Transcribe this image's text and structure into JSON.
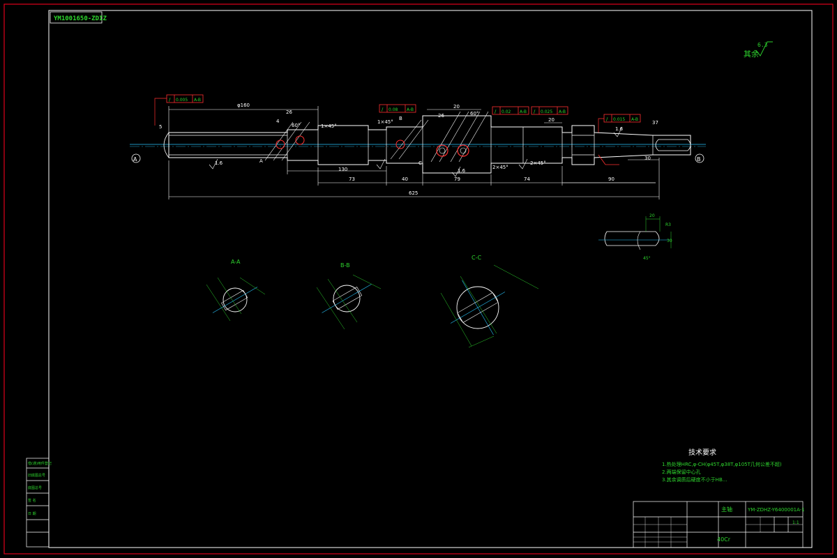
{
  "drawing": {
    "code": "YM1001650-ZDIZ",
    "roughness_value": "6.3",
    "roughness_label": "其余"
  },
  "main_view": {
    "dims": {
      "d_phi160": "φ160",
      "d_26": "26",
      "d_60deg": "60°",
      "d_1x45": "1×45°",
      "d_4": "4",
      "d_5": "5",
      "d_26b": "26",
      "d_60deg2": "60°",
      "d_20": "20",
      "d_20b": "20",
      "d_37": "37",
      "d_130": "130",
      "d_73": "73",
      "d_40": "40",
      "d_79": "79",
      "d_74": "74",
      "d_90": "90",
      "d_625": "625",
      "d_30": "30",
      "d_2x45": "2×45°",
      "d_2x45b": "2×45°",
      "d_1x45b": "1×45°",
      "ra_left": "1.6",
      "ra_mid": "1.6",
      "ra_right": "1.6"
    },
    "tolerances": [
      {
        "sym": "/",
        "val": "0.005",
        "ref": "A-B"
      },
      {
        "sym": "/",
        "val": "0.08",
        "ref": "A-B"
      },
      {
        "sym": "/",
        "val": "0.02",
        "ref": "A-B"
      },
      {
        "sym": "/",
        "val": "0.025",
        "ref": "A-B"
      },
      {
        "sym": "/",
        "val": "0.015",
        "ref": "A-B"
      }
    ],
    "datums": {
      "left": "A",
      "right": "B"
    },
    "section_marks": {
      "a": "A",
      "b": "B",
      "c": "C"
    }
  },
  "sections": [
    {
      "title": "A-A"
    },
    {
      "title": "B-B"
    },
    {
      "title": "C-C"
    }
  ],
  "detail": {
    "d_20": "20",
    "d_30": "30",
    "d_r3": "R3",
    "d_45": "45°"
  },
  "tech": {
    "title": "技术要求",
    "items": [
      "1.热处理HRC,φ-CH(φ45T,φ38T,φ105T几何公差不超)",
      "2.两端保留中心孔",
      "3.其余调质后硬度不小于HB..."
    ]
  },
  "title_block": {
    "name": "主轴",
    "part_no": "YM-ZDHZ-Y6400001A-1",
    "material": "40Cr",
    "scale": "1:1"
  },
  "side_table": [
    "借(通)用件登记",
    "旧底图总号",
    "底图总号",
    "签 名",
    "日 期"
  ]
}
